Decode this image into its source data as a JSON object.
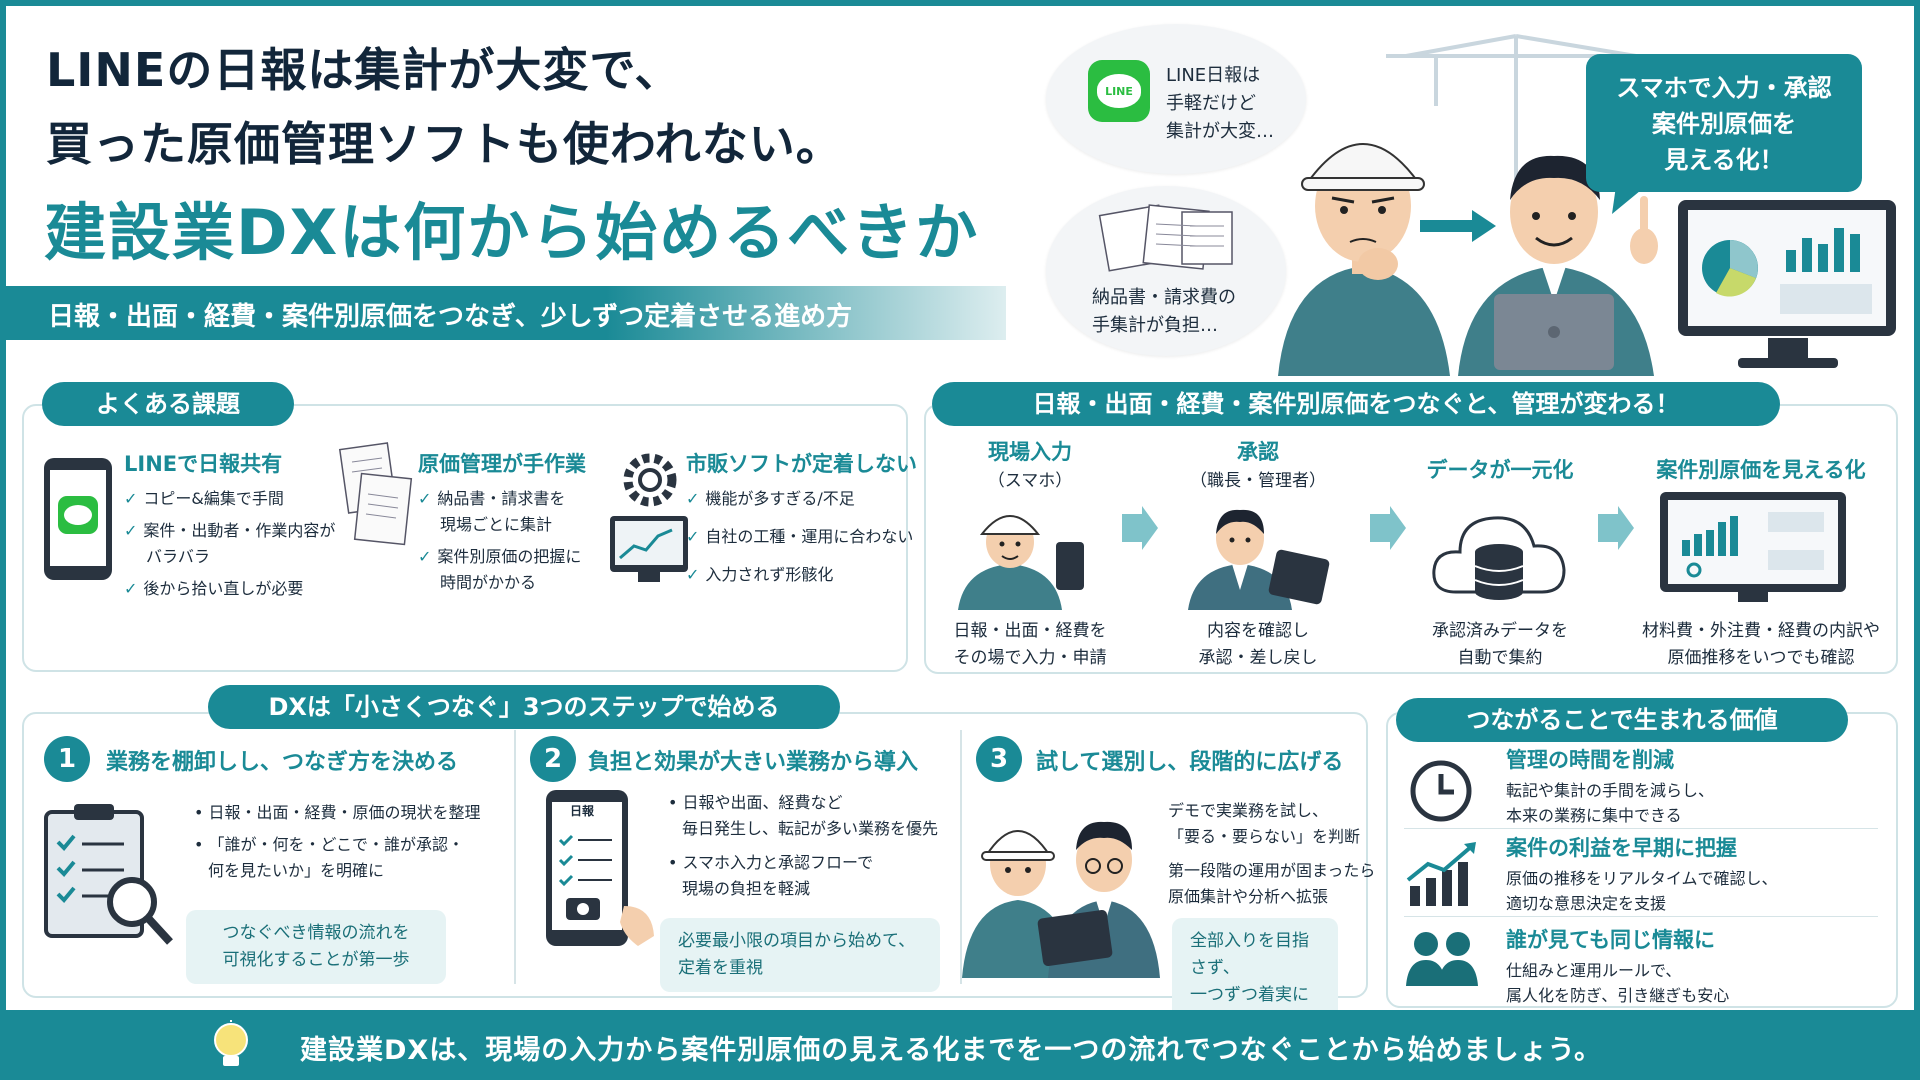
{
  "hero": {
    "line1": "LINEの日報は集計が大変で、",
    "line2": "買った原価管理ソフトも使われない。",
    "title": "建設業DXは何から始めるべきか",
    "subtitle": "日報・出面・経費・案件別原価をつなぎ、少しずつ定着させる進め方"
  },
  "bubbles": {
    "line": {
      "logo": "LINE",
      "lines": [
        "LINE日報は",
        "手軽だけど",
        "集計が大変…"
      ]
    },
    "paper": {
      "lines": [
        "納品書・請求費の",
        "手集計が負担…"
      ]
    },
    "speech": {
      "lines": [
        "スマホで入力・承認",
        "案件別原価を",
        "見える化！"
      ]
    }
  },
  "issues": {
    "label": "よくある課題",
    "items": [
      {
        "title": "LINEで日報共有",
        "icon": "phone-line-icon",
        "points": [
          "コピー&編集で手間",
          "案件・出動者・作業内容が",
          "バラバラ",
          "後から拾い直しが必要"
        ]
      },
      {
        "title": "原価管理が手作業",
        "icon": "documents-icon",
        "points": [
          "納品書・請求書を",
          "現場ごとに集計",
          "案件別原価の把握に",
          "時間がかかる"
        ]
      },
      {
        "title": "市販ソフトが定着しない",
        "icon": "gear-monitor-icon",
        "points": [
          "機能が多すぎる/不足",
          "自社の工種・運用に合わない",
          "入力されず形骸化"
        ]
      }
    ]
  },
  "flow": {
    "label": "日報・出面・経費・案件別原価をつなぐと、管理が変わる！",
    "steps": [
      {
        "title": "現場入力",
        "sub": "（スマホ）",
        "desc": [
          "日報・出面・経費を",
          "その場で入力・申請"
        ],
        "icon": "worker-phone-icon"
      },
      {
        "title": "承認",
        "sub": "（職長・管理者）",
        "desc": [
          "内容を確認し",
          "承認・差し戻し"
        ],
        "icon": "manager-tablet-icon"
      },
      {
        "title": "データが一元化",
        "sub": "",
        "desc": [
          "承認済みデータを",
          "自動で集約"
        ],
        "icon": "cloud-database-icon"
      },
      {
        "title": "案件別原価を見える化",
        "sub": "",
        "desc": [
          "材料費・外注費・経費の内訳や",
          "原価推移をいつでも確認"
        ],
        "icon": "dashboard-icon"
      }
    ]
  },
  "steps": {
    "label": "DXは「小さくつなぐ」3つのステップで始める",
    "items": [
      {
        "num": "1",
        "title": "業務を棚卸しし、つなぎ方を決める",
        "points": [
          "日報・出面・経費・原価の現状を整理",
          "「誰が・何を・どこで・誰が承認・",
          "何を見たいか」を明確に"
        ],
        "note": [
          "つなぐべき情報の流れを",
          "可視化することが第一歩"
        ]
      },
      {
        "num": "2",
        "title": "負担と効果が大きい業務から導入",
        "phone_label": "日報",
        "points": [
          "日報や出面、経費など",
          "毎日発生し、転記が多い業務を優先",
          "スマホ入力と承認フローで",
          "現場の負担を軽減"
        ],
        "note": [
          "必要最小限の項目から始めて、",
          "定着を重視"
        ]
      },
      {
        "num": "3",
        "title": "試して選別し、段階的に広げる",
        "points": [
          "デモで実業務を試し、",
          "「要る・要らない」を判断",
          "第一段階の運用が固まったら",
          "原価集計や分析へ拡張"
        ],
        "note": [
          "全部入りを目指さず、",
          "一つずつ着実に"
        ]
      }
    ]
  },
  "values": {
    "label": "つながることで生まれる価値",
    "items": [
      {
        "title": "管理の時間を削減",
        "icon": "clock-icon",
        "desc": [
          "転記や集計の手間を減らし、",
          "本来の業務に集中できる"
        ]
      },
      {
        "title": "案件の利益を早期に把握",
        "icon": "growth-chart-icon",
        "desc": [
          "原価の推移をリアルタイムで確認し、",
          "適切な意思決定を支援"
        ]
      },
      {
        "title": "誰が見ても同じ情報に",
        "icon": "people-icon",
        "desc": [
          "仕組みと運用ルールで、",
          "属人化を防ぎ、引き継ぎも安心"
        ]
      }
    ]
  },
  "footer": {
    "text": "建設業DXは、現場の入力から案件別原価の見える化までを一つの流れでつなぐことから始めましょう。"
  },
  "colors": {
    "accent": "#1a8a96",
    "navy": "#12263a",
    "line_green": "#2bbd41",
    "note_bg": "#e6f3f4"
  }
}
